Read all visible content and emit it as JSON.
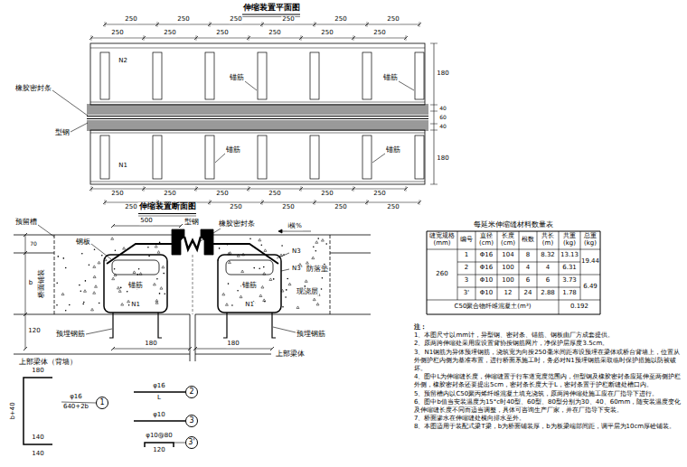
{
  "diagram": {
    "title": "伸缩装置平面图",
    "nodes": [
      {
        "text": [
          "1"
        ]
      },
      {
        "text": [
          "2"
        ]
      },
      {
        "text": [
          "3"
        ]
      },
      {
        "text": [
          "3'"
        ]
      }
    ],
    "labels": [
      "250",
      "250",
      "250",
      "250",
      "250",
      "250",
      "250",
      "250",
      "250",
      "250",
      "250",
      "250",
      "250",
      "250",
      "250",
      "250",
      "250",
      "250",
      "250",
      "250",
      "250",
      "250",
      "250",
      "250",
      "180",
      "40",
      "60",
      "40",
      "180",
      "橡胶密封条",
      "型钢",
      "锚筋",
      "锚筋",
      "锚筋",
      "锚筋",
      "N2",
      "N1",
      "伸缩装置断面图",
      "预留槽",
      "500",
      "型钢",
      "橡胶密封条",
      "i横%",
      "钢板",
      "70",
      "N3",
      "N3'",
      "防落垫",
      "桥面铺装",
      "b",
      "锚筋",
      "锚筋",
      "现浇层",
      "N1",
      "N1",
      "120",
      "预埋钢筋",
      "预埋钢筋",
      "180",
      "180",
      "上部梁体（背墙）",
      "上部梁体",
      "180",
      "φ16",
      "640+2b",
      "b+40",
      "140",
      "140",
      "φ16",
      "L",
      "φ10",
      "φ10@80",
      "120",
      "每延米伸缩缝材料数量表",
      "缝宽规格(mm)",
      "编号",
      "直径(cm)",
      "长度(cm)",
      "根数",
      "共长(m)",
      "共重(kg)",
      "总重(kg)",
      "260",
      "1",
      "Φ16",
      "104",
      "8",
      "8.32",
      "13.13",
      "19.44",
      "2",
      "Φ16",
      "100",
      "4",
      "4",
      "6.31",
      "3",
      "Φ10",
      "100",
      "6",
      "6",
      "3.73",
      "6.49",
      "3'",
      "Φ10",
      "12",
      "24",
      "2.88",
      "1.78",
      "C50聚合物纤维混凝土(m³)",
      "0.192",
      "注：",
      "1、本图尺寸以mm计，异型钢、密封条、锚筋、钢板由厂方成套提供。",
      "2、原两跨伸缩处采用应设置背协按钢筋网片，净保护层厚度3.5cm。",
      "3、N1钢筋为异体预埋钢筋，浇筑宽为向按250毫米间距布设预埋在梁体或桥台背墙上，位置从外侧护栏内侧为基准布置，进行桥面系施工时，务必对N1预埋钢筋采取临时保护措施以防被破坏。",
      "4、图中L为伸缩缝长度，伸缩缝置于行车道宽度范围内，但型钢及橡胶密封条应延伸至两侧护栏外侧，橡胶密封条还要提出5cm，密封条长度大于L，密封条置于护栏断缝处槽口内。",
      "5、预留槽内以C50聚丙烯纤维混凝土填充浇筑，原两跨伸缩处施工应在厂指导下进行。",
      "6、图中b值当安装温度为15°c时40型、60型、80型分别为30、40、60mm，随安装温度变化及伸缩缝长度不同而适当调整，具体可咨询生产厂家，并在厂指导下安装。",
      "7、桥面渗水在伸缩缝处横向排水至外。",
      "8、本图适用于装配式梁T梁，b为桥面铺装厚，b为板梁端部间距，调平层为10cm厚砼铺装。"
    ]
  }
}
